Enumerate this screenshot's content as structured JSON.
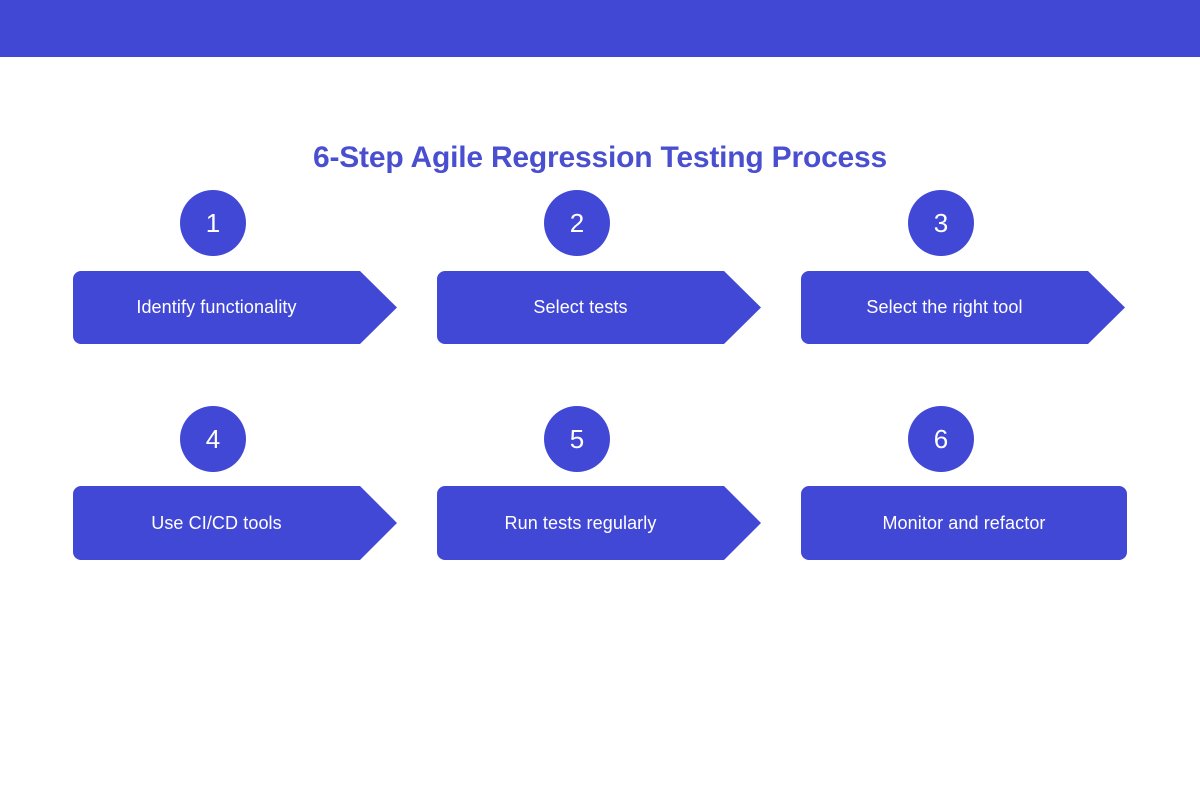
{
  "theme": {
    "accent": "#4248d6",
    "top_bar": "#4148d4",
    "title_color": "#4a4fd0",
    "banner_text_color": "#ffffff",
    "background": "#ffffff"
  },
  "header": {
    "title": "6-Step Agile Regression Testing Process"
  },
  "steps": [
    {
      "number": "1",
      "label": "Identify functionality",
      "shape": "arrow"
    },
    {
      "number": "2",
      "label": "Select tests",
      "shape": "arrow"
    },
    {
      "number": "3",
      "label": "Select the right tool",
      "shape": "arrow"
    },
    {
      "number": "4",
      "label": "Use CI/CD tools",
      "shape": "arrow"
    },
    {
      "number": "5",
      "label": "Run tests regularly",
      "shape": "arrow"
    },
    {
      "number": "6",
      "label": "Monitor and refactor",
      "shape": "rectangle"
    }
  ]
}
